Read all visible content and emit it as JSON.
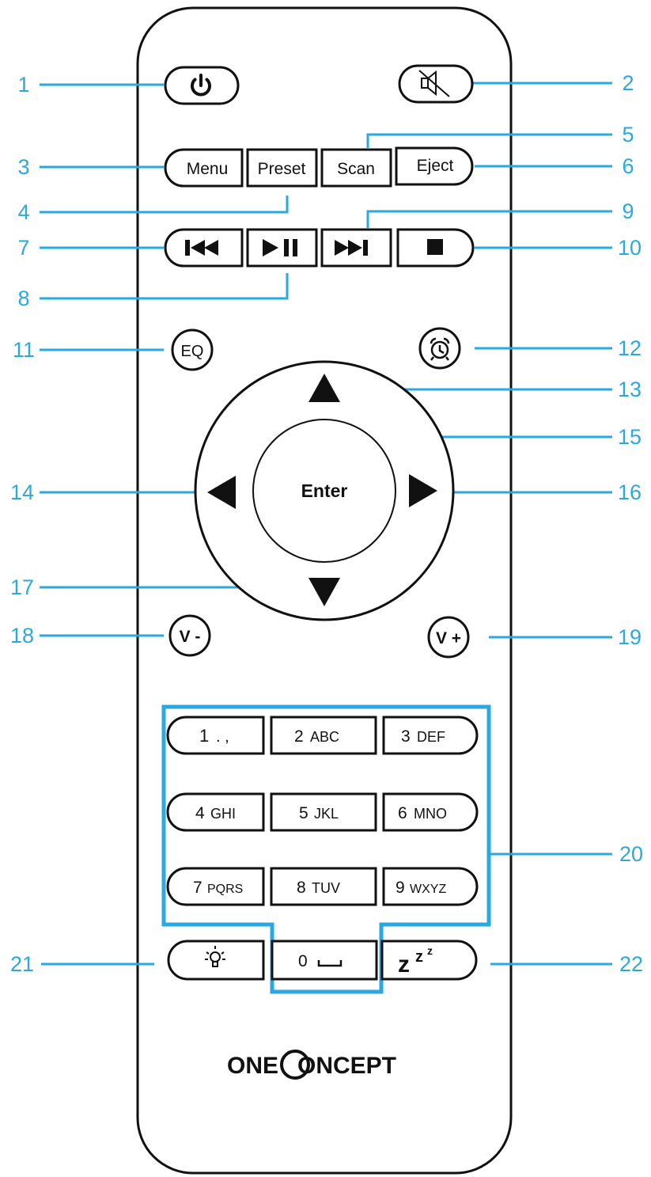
{
  "colors": {
    "callout": "#29a9e0",
    "outline": "#111111",
    "body": "#ffffff"
  },
  "buttons": {
    "menu": "Menu",
    "preset": "Preset",
    "scan": "Scan",
    "eject": "Eject",
    "eq": "EQ",
    "enter": "Enter",
    "vol_down": "V -",
    "vol_up": "V +",
    "zero": "0",
    "sleep_base": "z",
    "sleep_mid": "z",
    "sleep_top": "z"
  },
  "icons": {
    "power": "power-icon",
    "mute": "mute-icon",
    "prev": "previous-track-icon",
    "playpause": "play-pause-icon",
    "next": "next-track-icon",
    "stop": "stop-icon",
    "alarm": "alarm-clock-icon",
    "up": "arrow-up-icon",
    "down": "arrow-down-icon",
    "left": "arrow-left-icon",
    "right": "arrow-right-icon",
    "dimmer": "light-bulb-icon",
    "space": "space-icon"
  },
  "keypad": {
    "k1": {
      "num": "1",
      "sub": ". ,"
    },
    "k2": {
      "num": "2",
      "sub": "ABC"
    },
    "k3": {
      "num": "3",
      "sub": "DEF"
    },
    "k4": {
      "num": "4",
      "sub": "GHI"
    },
    "k5": {
      "num": "5",
      "sub": "JKL"
    },
    "k6": {
      "num": "6",
      "sub": "MNO"
    },
    "k7": {
      "num": "7",
      "sub": "PQRS"
    },
    "k8": {
      "num": "8",
      "sub": "TUV"
    },
    "k9": {
      "num": "9",
      "sub": "WXYZ"
    }
  },
  "brand": {
    "part1": "ONE",
    "part2": "ONCEPT"
  },
  "callouts": {
    "c1": "1",
    "c2": "2",
    "c3": "3",
    "c4": "4",
    "c5": "5",
    "c6": "6",
    "c7": "7",
    "c8": "8",
    "c9": "9",
    "c10": "10",
    "c11": "11",
    "c12": "12",
    "c13": "13",
    "c14": "14",
    "c15": "15",
    "c16": "16",
    "c17": "17",
    "c18": "18",
    "c19": "19",
    "c20": "20",
    "c21": "21",
    "c22": "22"
  }
}
